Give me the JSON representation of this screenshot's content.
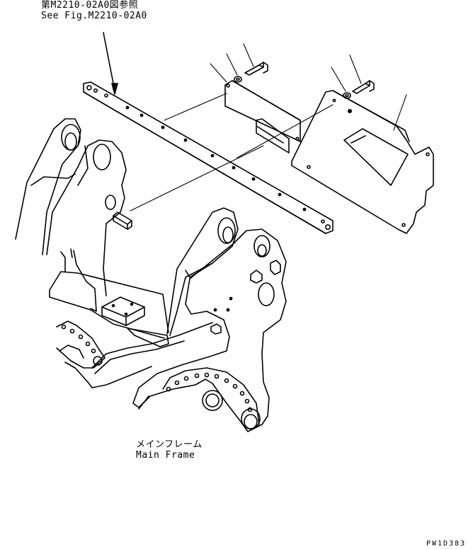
{
  "reference": {
    "line_jp": "第M2210-02A0図参照",
    "line_en": "See Fig.M2210-02A0"
  },
  "main_frame": {
    "label_jp": "メインフレーム",
    "label_en": "Main Frame"
  },
  "drawing_code": "PW1D383",
  "colors": {
    "ink": "#000000",
    "paper": "#ffffff"
  }
}
